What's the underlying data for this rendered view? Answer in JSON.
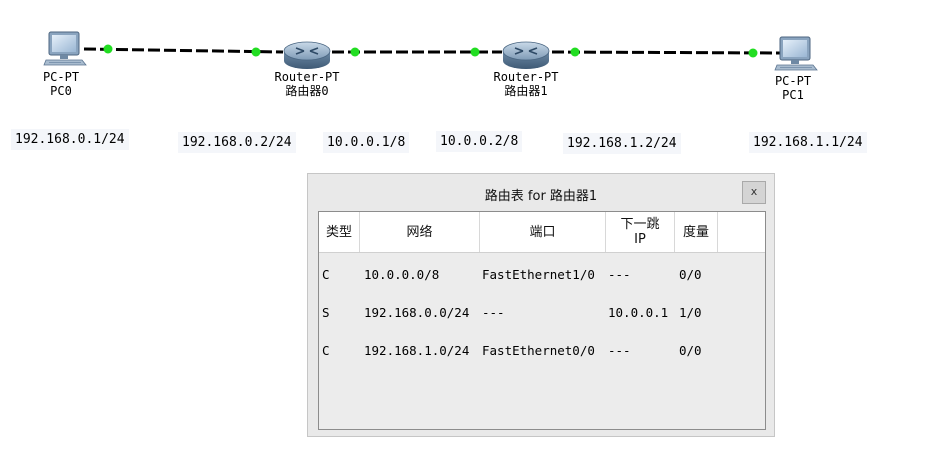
{
  "topology": {
    "pc0": {
      "type": "PC-PT",
      "name": "PC0",
      "ip": "192.168.0.1/24"
    },
    "router0": {
      "type": "Router-PT",
      "name": "路由器0",
      "ip_left": "192.168.0.2/24",
      "ip_right": "10.0.0.1/8"
    },
    "router1": {
      "type": "Router-PT",
      "name": "路由器1",
      "ip_left": "10.0.0.2/8",
      "ip_right": "192.168.1.2/24"
    },
    "pc1": {
      "type": "PC-PT",
      "name": "PC1",
      "ip": "192.168.1.1/24"
    },
    "link_color": "#000000",
    "port_color": "#22dd22"
  },
  "dialog": {
    "title": "路由表 for 路由器1",
    "close_label": "x",
    "columns": [
      "类型",
      "网络",
      "端口",
      "下一跳\nIP",
      "度量"
    ],
    "rows": [
      {
        "type": "C",
        "network": "10.0.0.0/8",
        "port": "FastEthernet1/0",
        "next_hop": "---",
        "metric": "0/0"
      },
      {
        "type": "S",
        "network": "192.168.0.0/24",
        "port": "---",
        "next_hop": "10.0.0.1",
        "metric": "1/0"
      },
      {
        "type": "C",
        "network": "192.168.1.0/24",
        "port": "FastEthernet0/0",
        "next_hop": "---",
        "metric": "0/0"
      }
    ]
  }
}
